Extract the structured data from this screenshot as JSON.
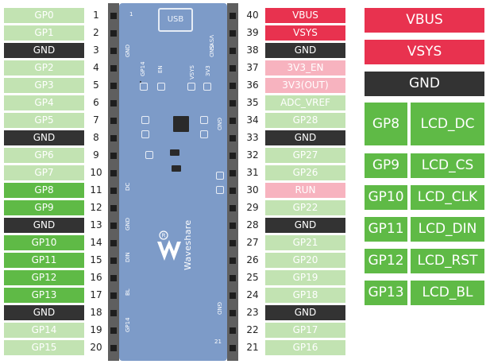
{
  "colors": {
    "power": "#e8324f",
    "ground": "#333333",
    "gpio_light": "#c2e3b2",
    "gpio_dark": "#5fba46",
    "analog": "#c2e3b2",
    "control": "#f7b3bf"
  },
  "left_pins": [
    {
      "num": "1",
      "label": "GP0",
      "kind": "gpio_light"
    },
    {
      "num": "2",
      "label": "GP1",
      "kind": "gpio_light"
    },
    {
      "num": "3",
      "label": "GND",
      "kind": "ground"
    },
    {
      "num": "4",
      "label": "GP2",
      "kind": "gpio_light"
    },
    {
      "num": "5",
      "label": "GP3",
      "kind": "gpio_light"
    },
    {
      "num": "6",
      "label": "GP4",
      "kind": "gpio_light"
    },
    {
      "num": "7",
      "label": "GP5",
      "kind": "gpio_light"
    },
    {
      "num": "8",
      "label": "GND",
      "kind": "ground"
    },
    {
      "num": "9",
      "label": "GP6",
      "kind": "gpio_light"
    },
    {
      "num": "10",
      "label": "GP7",
      "kind": "gpio_light"
    },
    {
      "num": "11",
      "label": "GP8",
      "kind": "gpio_dark"
    },
    {
      "num": "12",
      "label": "GP9",
      "kind": "gpio_dark"
    },
    {
      "num": "13",
      "label": "GND",
      "kind": "ground"
    },
    {
      "num": "14",
      "label": "GP10",
      "kind": "gpio_dark"
    },
    {
      "num": "15",
      "label": "GP11",
      "kind": "gpio_dark"
    },
    {
      "num": "16",
      "label": "GP12",
      "kind": "gpio_dark"
    },
    {
      "num": "17",
      "label": "GP13",
      "kind": "gpio_dark"
    },
    {
      "num": "18",
      "label": "GND",
      "kind": "ground"
    },
    {
      "num": "19",
      "label": "GP14",
      "kind": "gpio_light"
    },
    {
      "num": "20",
      "label": "GP15",
      "kind": "gpio_light"
    }
  ],
  "right_pins": [
    {
      "num": "40",
      "label": "VBUS",
      "kind": "power"
    },
    {
      "num": "39",
      "label": "VSYS",
      "kind": "power"
    },
    {
      "num": "38",
      "label": "GND",
      "kind": "ground"
    },
    {
      "num": "37",
      "label": "3V3_EN",
      "kind": "control"
    },
    {
      "num": "36",
      "label": "3V3(OUT)",
      "kind": "control"
    },
    {
      "num": "35",
      "label": "ADC_VREF",
      "kind": "analog"
    },
    {
      "num": "34",
      "label": "GP28",
      "kind": "gpio_light"
    },
    {
      "num": "33",
      "label": "GND",
      "kind": "ground"
    },
    {
      "num": "32",
      "label": "GP27",
      "kind": "gpio_light"
    },
    {
      "num": "31",
      "label": "GP26",
      "kind": "gpio_light"
    },
    {
      "num": "30",
      "label": "RUN",
      "kind": "control"
    },
    {
      "num": "29",
      "label": "GP22",
      "kind": "gpio_light"
    },
    {
      "num": "28",
      "label": "GND",
      "kind": "ground"
    },
    {
      "num": "27",
      "label": "GP21",
      "kind": "gpio_light"
    },
    {
      "num": "26",
      "label": "GP20",
      "kind": "gpio_light"
    },
    {
      "num": "25",
      "label": "GP19",
      "kind": "gpio_light"
    },
    {
      "num": "24",
      "label": "GP18",
      "kind": "gpio_light"
    },
    {
      "num": "23",
      "label": "GND",
      "kind": "ground"
    },
    {
      "num": "22",
      "label": "GP17",
      "kind": "gpio_light"
    },
    {
      "num": "21",
      "label": "GP16",
      "kind": "gpio_light"
    }
  ],
  "board": {
    "usb_label": "USB",
    "brand": "Waveshare",
    "silk_left": [
      "GP14",
      "EN"
    ],
    "silk_top": [
      "VSYS",
      "3V3"
    ],
    "silk_vsys": "VSYS",
    "silk_gnd": "GND",
    "silk_dc": "DC",
    "silk_din": "DIN",
    "silk_bl": "BL",
    "silk_pin1": "1",
    "silk_pin21": "21"
  },
  "legend": [
    {
      "single": "VBUS",
      "kind": "power"
    },
    {
      "single": "VSYS",
      "kind": "power"
    },
    {
      "single": "GND",
      "kind": "ground"
    },
    {
      "gp": "GP8",
      "lcd": "LCD_DC"
    },
    {
      "gp": "GP9",
      "lcd": "LCD_CS"
    },
    {
      "gp": "GP10",
      "lcd": "LCD_CLK"
    },
    {
      "gp": "GP11",
      "lcd": "LCD_DIN"
    },
    {
      "gp": "GP12",
      "lcd": "LCD_RST"
    },
    {
      "gp": "GP13",
      "lcd": "LCD_BL"
    }
  ]
}
